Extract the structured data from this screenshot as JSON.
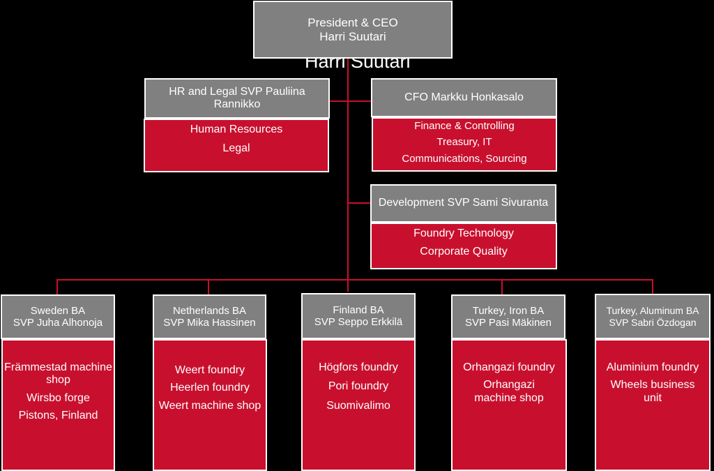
{
  "ceo": {
    "line1": "President & CEO",
    "line2": "Harri Suutari",
    "ghost_name": "Harri Suutari"
  },
  "hr": {
    "title": "HR and Legal SVP Pauliina Rannikko",
    "items": [
      "Human Resources",
      "Legal"
    ]
  },
  "cfo": {
    "title": "CFO Markku Honkasalo",
    "items": [
      "Finance  & Controlling",
      "Treasury, IT",
      "Communications, Sourcing"
    ]
  },
  "dev": {
    "title": "Development  SVP Sami Sivuranta",
    "items": [
      "Foundry Technology",
      "Corporate Quality"
    ]
  },
  "units": [
    {
      "title1": "Sweden BA",
      "title2": "SVP Juha  Alhonoja",
      "items": [
        "Främmestad machine shop",
        "Wirsbo forge",
        "Pistons, Finland"
      ]
    },
    {
      "title1": "Netherlands  BA",
      "title2": "SVP Mika Hassinen",
      "items": [
        "Weert foundry",
        "Heerlen foundry",
        "Weert machine shop"
      ]
    },
    {
      "title1": "Finland  BA",
      "title2": "SVP Seppo Erkkilä",
      "items": [
        "Högfors foundry",
        "Pori foundry",
        "Suomivalimo"
      ]
    },
    {
      "title1": "Turkey,  Iron BA",
      "title2": "SVP Pasi Mäkinen",
      "items": [
        "Orhangazi foundry",
        "Orhangazi machine shop"
      ]
    },
    {
      "title1": "Turkey, Aluminum BA",
      "title2": "SVP Sabri Özdogan",
      "items": [
        "Aluminium  foundry",
        "Wheels business unit"
      ]
    }
  ]
}
